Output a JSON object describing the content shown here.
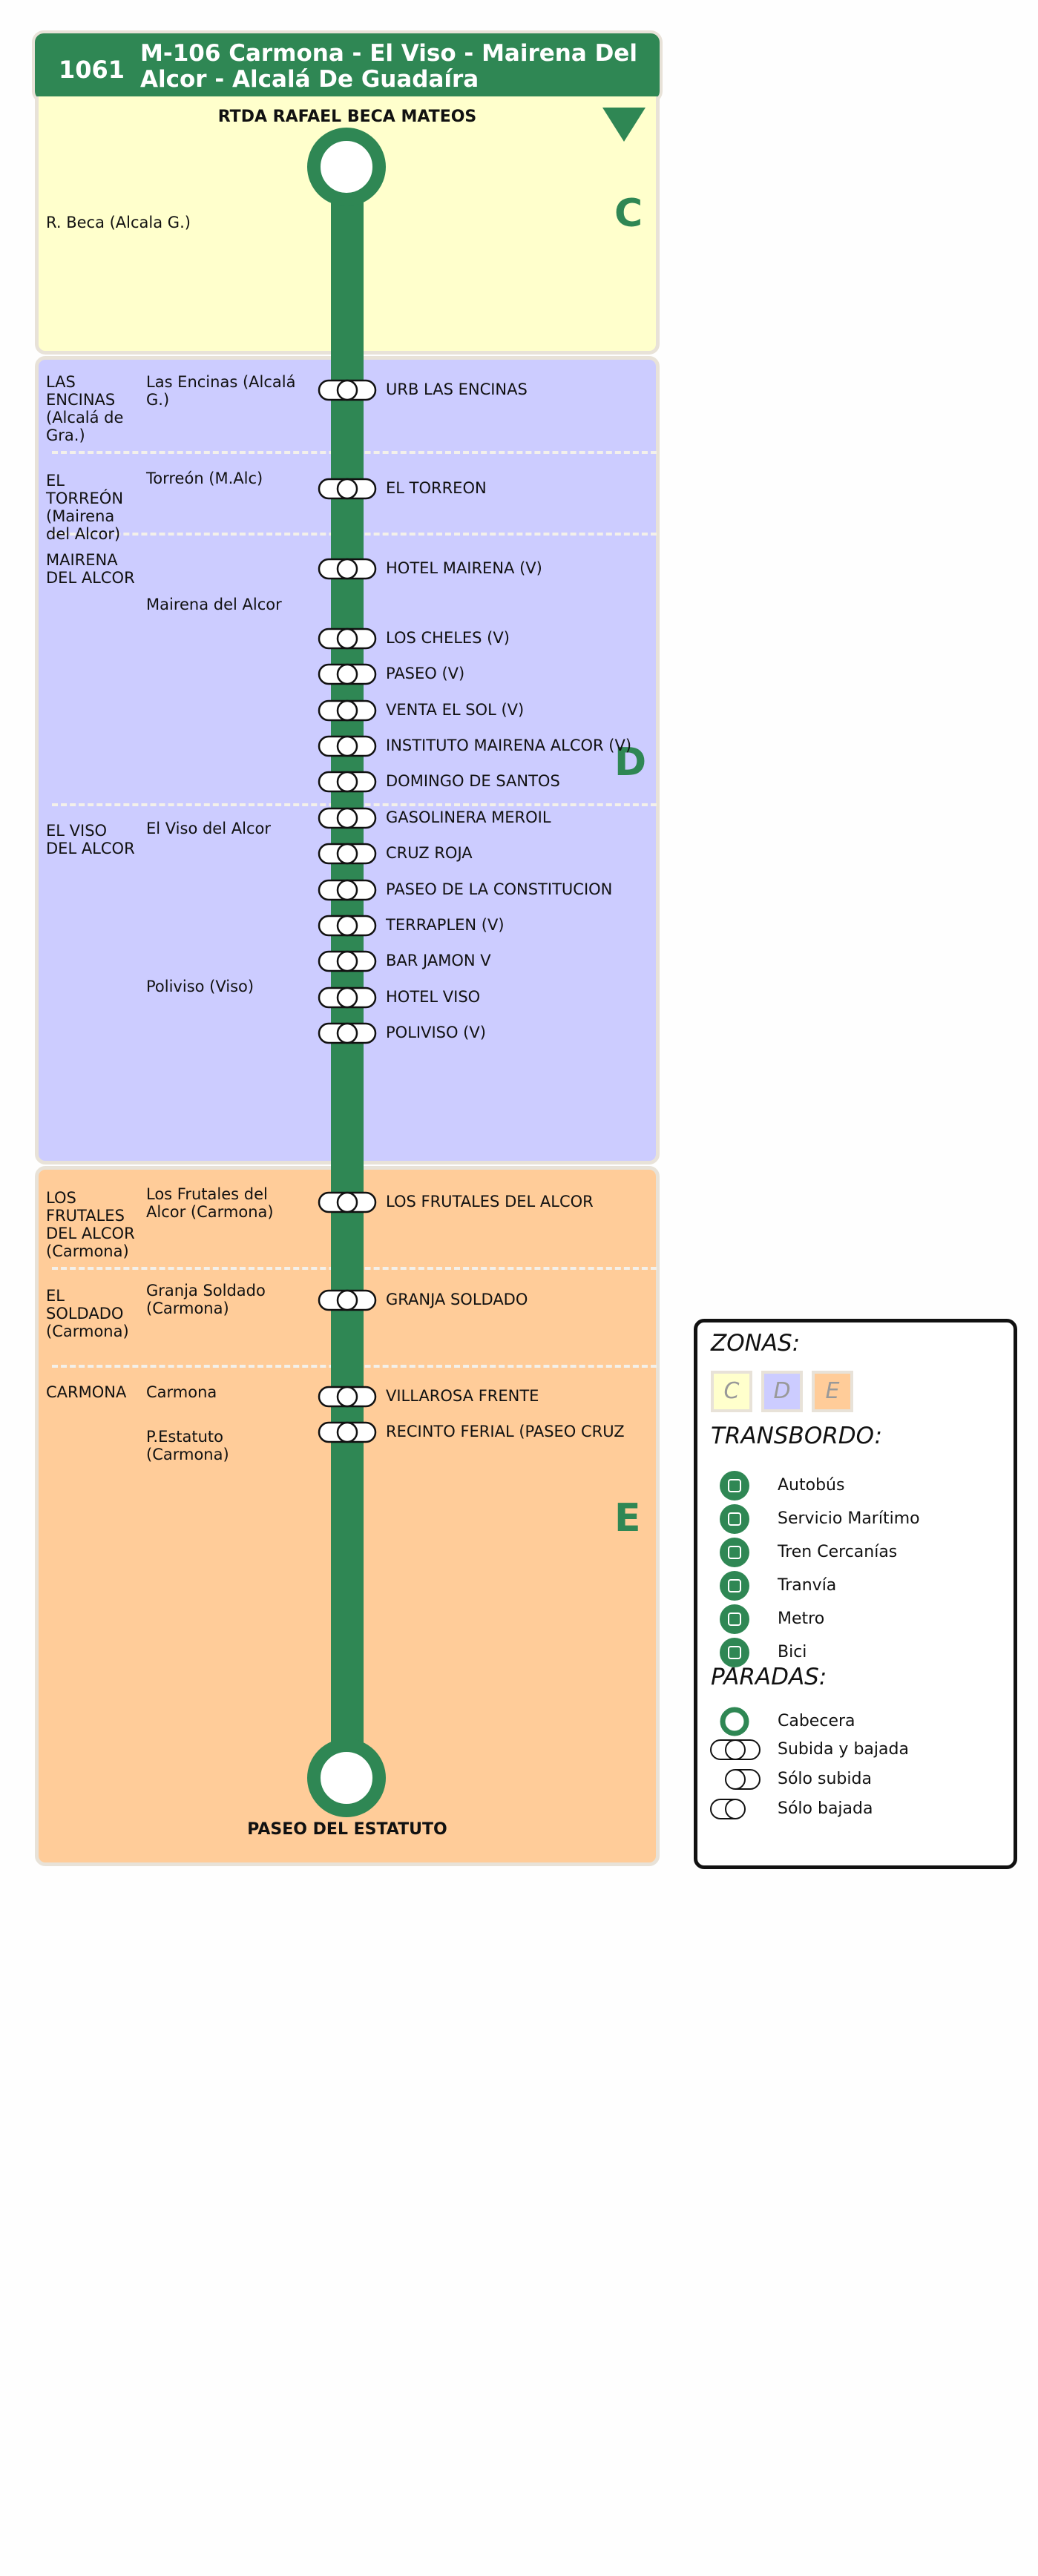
{
  "header": {
    "route_number": "1061",
    "title_line1": "M-106 Carmona - El Viso - Mairena Del",
    "title_line2": "Alcor - Alcalá De Guadaíra"
  },
  "terminals": {
    "start": "RTDA RAFAEL BECA MATEOS",
    "end": "PASEO DEL ESTATUTO"
  },
  "zones": [
    {
      "letter": "C",
      "color": "#ffffcc"
    },
    {
      "letter": "D",
      "color": "#ccccff"
    },
    {
      "letter": "E",
      "color": "#ffcc99"
    }
  ],
  "municipalities": [
    "LAS ENCINAS (Alcalá de Gra.)",
    "EL TORREÓN (Mairena del Alcor)",
    "MAIRENA DEL ALCOR",
    "EL VISO DEL ALCOR",
    "LOS FRUTALES DEL ALCOR (Carmona)",
    "EL SOLDADO (Carmona)",
    "CARMONA"
  ],
  "localities": [
    "R. Beca (Alcala G.)",
    "Las Encinas (Alcalá G.)",
    "Torreón (M.Alc)",
    "Mairena del Alcor",
    "El Viso del Alcor",
    "Poliviso (Viso)",
    "Los Frutales del Alcor (Carmona)",
    "Granja Soldado (Carmona)",
    "Carmona",
    "P.Estatuto (Carmona)"
  ],
  "stops": [
    "URB LAS ENCINAS",
    "EL TORREON",
    "HOTEL MAIRENA (V)",
    "LOS CHELES (V)",
    "PASEO (V)",
    "VENTA EL SOL (V)",
    "INSTITUTO MAIRENA ALCOR (V)",
    "DOMINGO DE SANTOS",
    "GASOLINERA MEROIL",
    "CRUZ ROJA",
    "PASEO DE LA CONSTITUCION",
    "TERRAPLEN (V)",
    "BAR JAMON V",
    "HOTEL VISO",
    "POLIVISO (V)",
    "LOS FRUTALES DEL ALCOR",
    "GRANJA SOLDADO",
    "VILLAROSA FRENTE",
    "RECINTO FERIAL (PASEO CRUZ"
  ],
  "legend": {
    "zones_heading": "ZONAS:",
    "zone_letters": [
      "C",
      "D",
      "E"
    ],
    "transfer_heading": "TRANSBORDO:",
    "transfers": [
      {
        "label": "Autobús",
        "icon": "bus-icon"
      },
      {
        "label": "Servicio Marítimo",
        "icon": "boat-icon"
      },
      {
        "label": "Tren Cercanías",
        "icon": "train-icon"
      },
      {
        "label": "Tranvía",
        "icon": "tram-icon"
      },
      {
        "label": "Metro",
        "icon": "metro-icon"
      },
      {
        "label": "Bici",
        "icon": "bike-icon"
      }
    ],
    "stops_heading": "PARADAS:",
    "stop_types": [
      "Cabecera",
      "Subida y bajada",
      "Sólo subida",
      "Sólo bajada"
    ]
  },
  "colors": {
    "line": "#2f8754",
    "border": "#e8e2d8"
  }
}
